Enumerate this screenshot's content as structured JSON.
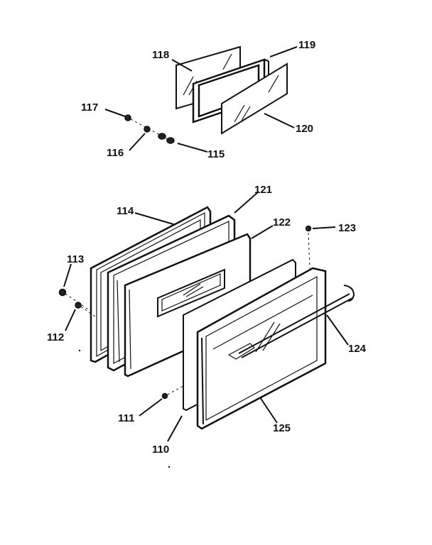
{
  "labels": {
    "p110": "110",
    "p111": "111",
    "p112": "112",
    "p113": "113",
    "p114": "114",
    "p115": "115",
    "p116": "116",
    "p117": "117",
    "p118": "118",
    "p119": "119",
    "p120": "120",
    "p121": "121",
    "p122": "122",
    "p123": "123",
    "p124": "124",
    "p125": "125"
  }
}
